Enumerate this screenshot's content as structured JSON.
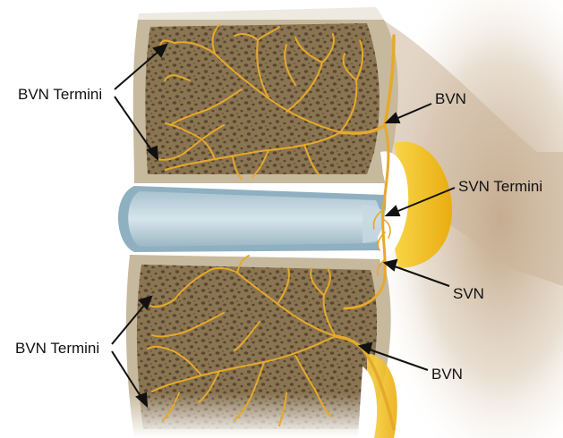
{
  "labels": {
    "bvn_termini_top": "BVN Termini",
    "bvn_top": "BVN",
    "svn_termini": "SVN Termini",
    "svn": "SVN",
    "bvn_termini_bottom": "BVN Termini",
    "bvn_bottom": "BVN"
  },
  "colors": {
    "bone_fill": "#8a7552",
    "cortex": "#c7b99d",
    "pores": "#5a4630",
    "nerve": "#e6a92a",
    "disc_outer": "#b7cbd6",
    "disc_inner": "#8fb0c1",
    "canal_yellow": "#f2c21b",
    "shadow": "#bfa78a"
  }
}
